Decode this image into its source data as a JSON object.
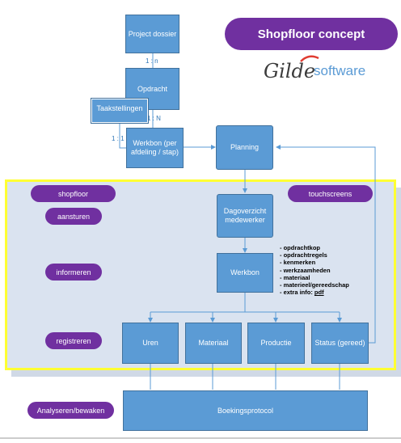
{
  "title": "Shopfloor concept",
  "logo": {
    "brand": "Gilde",
    "suffix": "software"
  },
  "boxes": {
    "project_dossier": "Project dossier",
    "opdracht": "Opdracht",
    "taakstellingen": "Taakstellingen",
    "werkbon_afdeling": "Werkbon (per afdeling / stap)",
    "planning": "Planning",
    "dagoverzicht": "Dagoverzicht medewerker",
    "werkbon": "Werkbon",
    "uren": "Uren",
    "materiaal": "Materiaal",
    "productie": "Productie",
    "status": "Status (gereed)",
    "boekingsprotocol": "Boekingsprotocol"
  },
  "relations": {
    "project_opdracht": "1 : n",
    "opdracht_werkbon": "1 : N",
    "taak_werkbon": "1 : 1"
  },
  "pills": {
    "shopfloor": "shopfloor",
    "touchscreens": "touchscreens",
    "aansturen": "aansturen",
    "informeren": "informeren",
    "registreren": "registreren",
    "analyseren": "Analyseren/bewaken"
  },
  "werkbon_details": [
    "- opdrachtkop",
    "- opdrachtregels",
    "- kenmerken",
    "- werkzaamheden",
    "- materiaal",
    "- materieel/gereedschap",
    "- extra info: "
  ],
  "pdf_link": "pdf",
  "colors": {
    "box": "#5b9bd5",
    "pill": "#7030a0",
    "zone_border": "#ffff33",
    "zone_fill": "#dae3f0"
  }
}
